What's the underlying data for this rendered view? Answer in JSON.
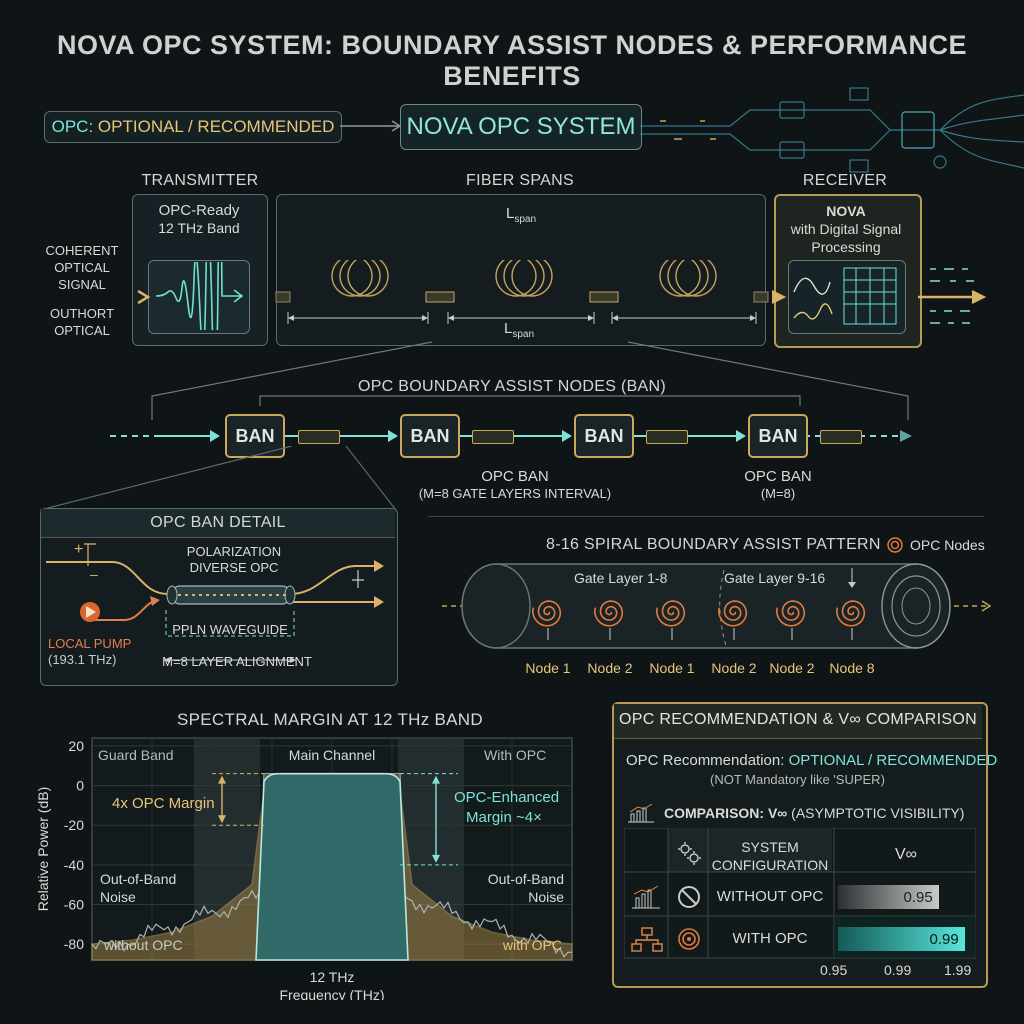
{
  "title": "NOVA OPC SYSTEM: BOUNDARY ASSIST NODES & PERFORMANCE BENEFITS",
  "opc_status": {
    "prefix": "OPC:",
    "value": "OPTIONAL / RECOMMENDED"
  },
  "system_label": "NOVA OPC SYSTEM",
  "transmitter": {
    "header": "TRANSMITTER",
    "line1": "OPC-Ready",
    "line2": "12 THz Band"
  },
  "input_labels": {
    "signal1": "COHERENT",
    "signal2": "OPTICAL",
    "signal3": "SIGNAL",
    "out1": "OUTHORT",
    "out2": "OPTICAL"
  },
  "fiber": {
    "header": "FIBER SPANS",
    "lspan_top": "L",
    "lspan_bottom": "L",
    "sub": "span"
  },
  "receiver": {
    "header": "RECEIVER",
    "line1": "NOVA",
    "line2": "with Digital Signal",
    "line3": "Processing"
  },
  "ban_section": {
    "header": "OPC BOUNDARY ASSIST NODES (BAN)",
    "node_label": "BAN",
    "mid_label1": "OPC BAN",
    "mid_label2": "(M=8 GATE LAYERS INTERVAL)",
    "right_label1": "OPC BAN",
    "right_label2": "(M=8)"
  },
  "detail": {
    "header": "OPC BAN DETAIL",
    "polar1": "POLARIZATION",
    "polar2": "DIVERSE OPC",
    "waveguide": "PPLN WAVEGUIDE",
    "pump1": "LOCAL PUMP",
    "pump2": "(193.1 THz)",
    "align": "M=8 LAYER ALIGNMENT",
    "plus": "+",
    "minus": "–"
  },
  "spiral": {
    "header": "8-16 SPIRAL BOUNDARY ASSIST PATTERN",
    "legend": "OPC Nodes",
    "gate1": "Gate Layer 1-8",
    "gate2": "Gate Layer 9-16",
    "nodes": [
      "Node 1",
      "Node 2",
      "Node 1",
      "Node 2",
      "Node 2",
      "Node 8"
    ]
  },
  "chart_data": {
    "type": "area",
    "title": "SPECTRAL MARGIN AT 12 THz BAND",
    "xlabel": "Frequency (THz)",
    "xtick": "12 THz",
    "ylabel": "Relative Power (dB)",
    "yticks": [
      20,
      0,
      -20,
      -40,
      -60,
      -80
    ],
    "ylim": [
      -88,
      24
    ],
    "regions": {
      "guard": "Guard Band",
      "main": "Main Channel",
      "with": "With OPC"
    },
    "annotations": {
      "margin_left": "4x OPC Margin",
      "margin_right1": "OPC-Enhanced",
      "margin_right2": "Margin ~4×",
      "noise_left1": "Out-of-Band",
      "noise_left2": "Noise",
      "noise_right1": "Out-of-Band",
      "noise_right2": "Noise",
      "without": "without OPC",
      "with": "with OPC"
    },
    "series": [
      {
        "name": "with OPC",
        "values": [
          -80,
          -78,
          -74,
          -66,
          -50,
          5,
          6,
          6,
          5,
          -50,
          -66,
          -74,
          -78,
          -80
        ]
      },
      {
        "name": "without OPC",
        "values": [
          -82,
          -81,
          -79,
          -74,
          -58,
          5,
          6,
          6,
          5,
          -58,
          -74,
          -79,
          -81,
          -82
        ]
      }
    ],
    "main_top_db": 6,
    "margin_low_db": -20,
    "margin_right_low_db": -40,
    "colors": {
      "main": "#2e6b6a",
      "shoulder": "#b9924a",
      "noise": "#aab4b2",
      "guard": "#2b3436"
    }
  },
  "recommendation": {
    "header": "OPC RECOMMENDATION & V∞ COMPARISON",
    "line_prefix": "OPC Recommendation: ",
    "line_value": "OPTIONAL / RECOMMENDED",
    "note": "(NOT Mandatory like 'SUPER)",
    "comparison_prefix": "COMPARISON: V∞",
    "comparison_suffix": "(ASYMPTOTIC VISIBILITY)",
    "col_config1": "SYSTEM",
    "col_config2": "CONFIGURATION",
    "col_v": "V∞",
    "rows": [
      {
        "label": "WITHOUT OPC",
        "value": "0.95",
        "fraction": 0.62
      },
      {
        "label": "WITH OPC",
        "value": "0.99",
        "fraction": 0.78
      }
    ],
    "axis": [
      "0.95",
      "0.99",
      "1.99"
    ]
  }
}
